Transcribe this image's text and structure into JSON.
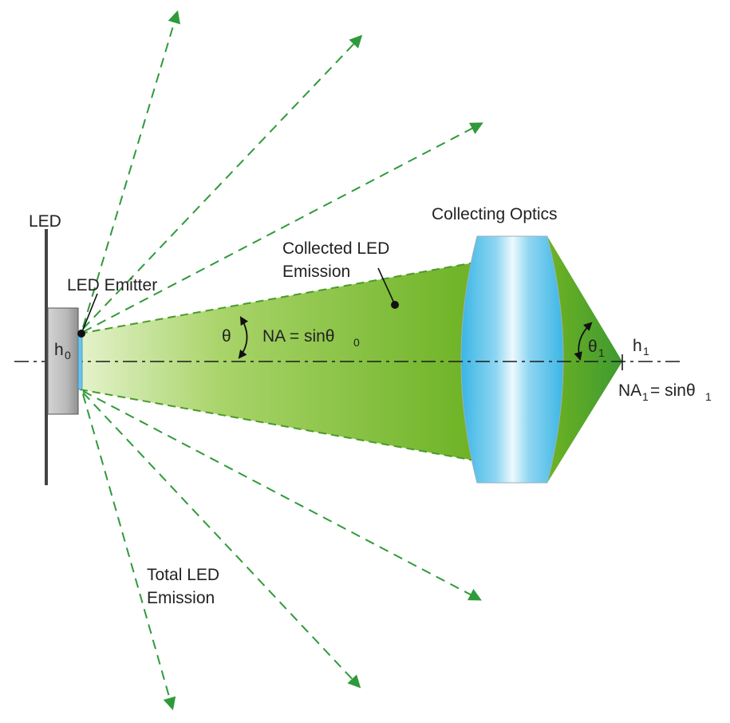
{
  "labels": {
    "led": "LED",
    "led_emitter": "LED Emitter",
    "collected_line1": "Collected LED",
    "collected_line2": "Emission",
    "collecting_optics": "Collecting Optics",
    "total_line1": "Total LED",
    "total_line2": "Emission",
    "h0_main": "h",
    "h0_sub": "0",
    "theta": "θ",
    "na0_main": "NA = sinθ",
    "na0_sub": "0",
    "theta1_main": "θ",
    "theta1_sub": "1",
    "h1_main": "h",
    "h1_sub": "1",
    "na1_na": "NA",
    "na1_sub1": "1",
    "na1_eq": "= sinθ",
    "na1_sub2": "1"
  },
  "colors": {
    "ray": "#2f9a3a",
    "beam_light": "#d8ecb8",
    "beam_dark": "#5ca81e",
    "lens_blue": "#3db8e6",
    "lens_light": "#e8f6fb",
    "text": "#222222",
    "housing": "#aaaaaa"
  }
}
